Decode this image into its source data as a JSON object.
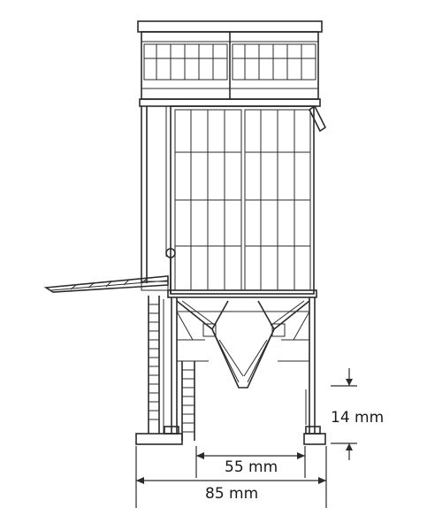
{
  "dimensions": {
    "height_label": "14 mm",
    "inner_width_label": "55 mm",
    "outer_width_label": "85 mm"
  },
  "colors": {
    "line": "#2a2a2a",
    "background": "#ffffff"
  }
}
